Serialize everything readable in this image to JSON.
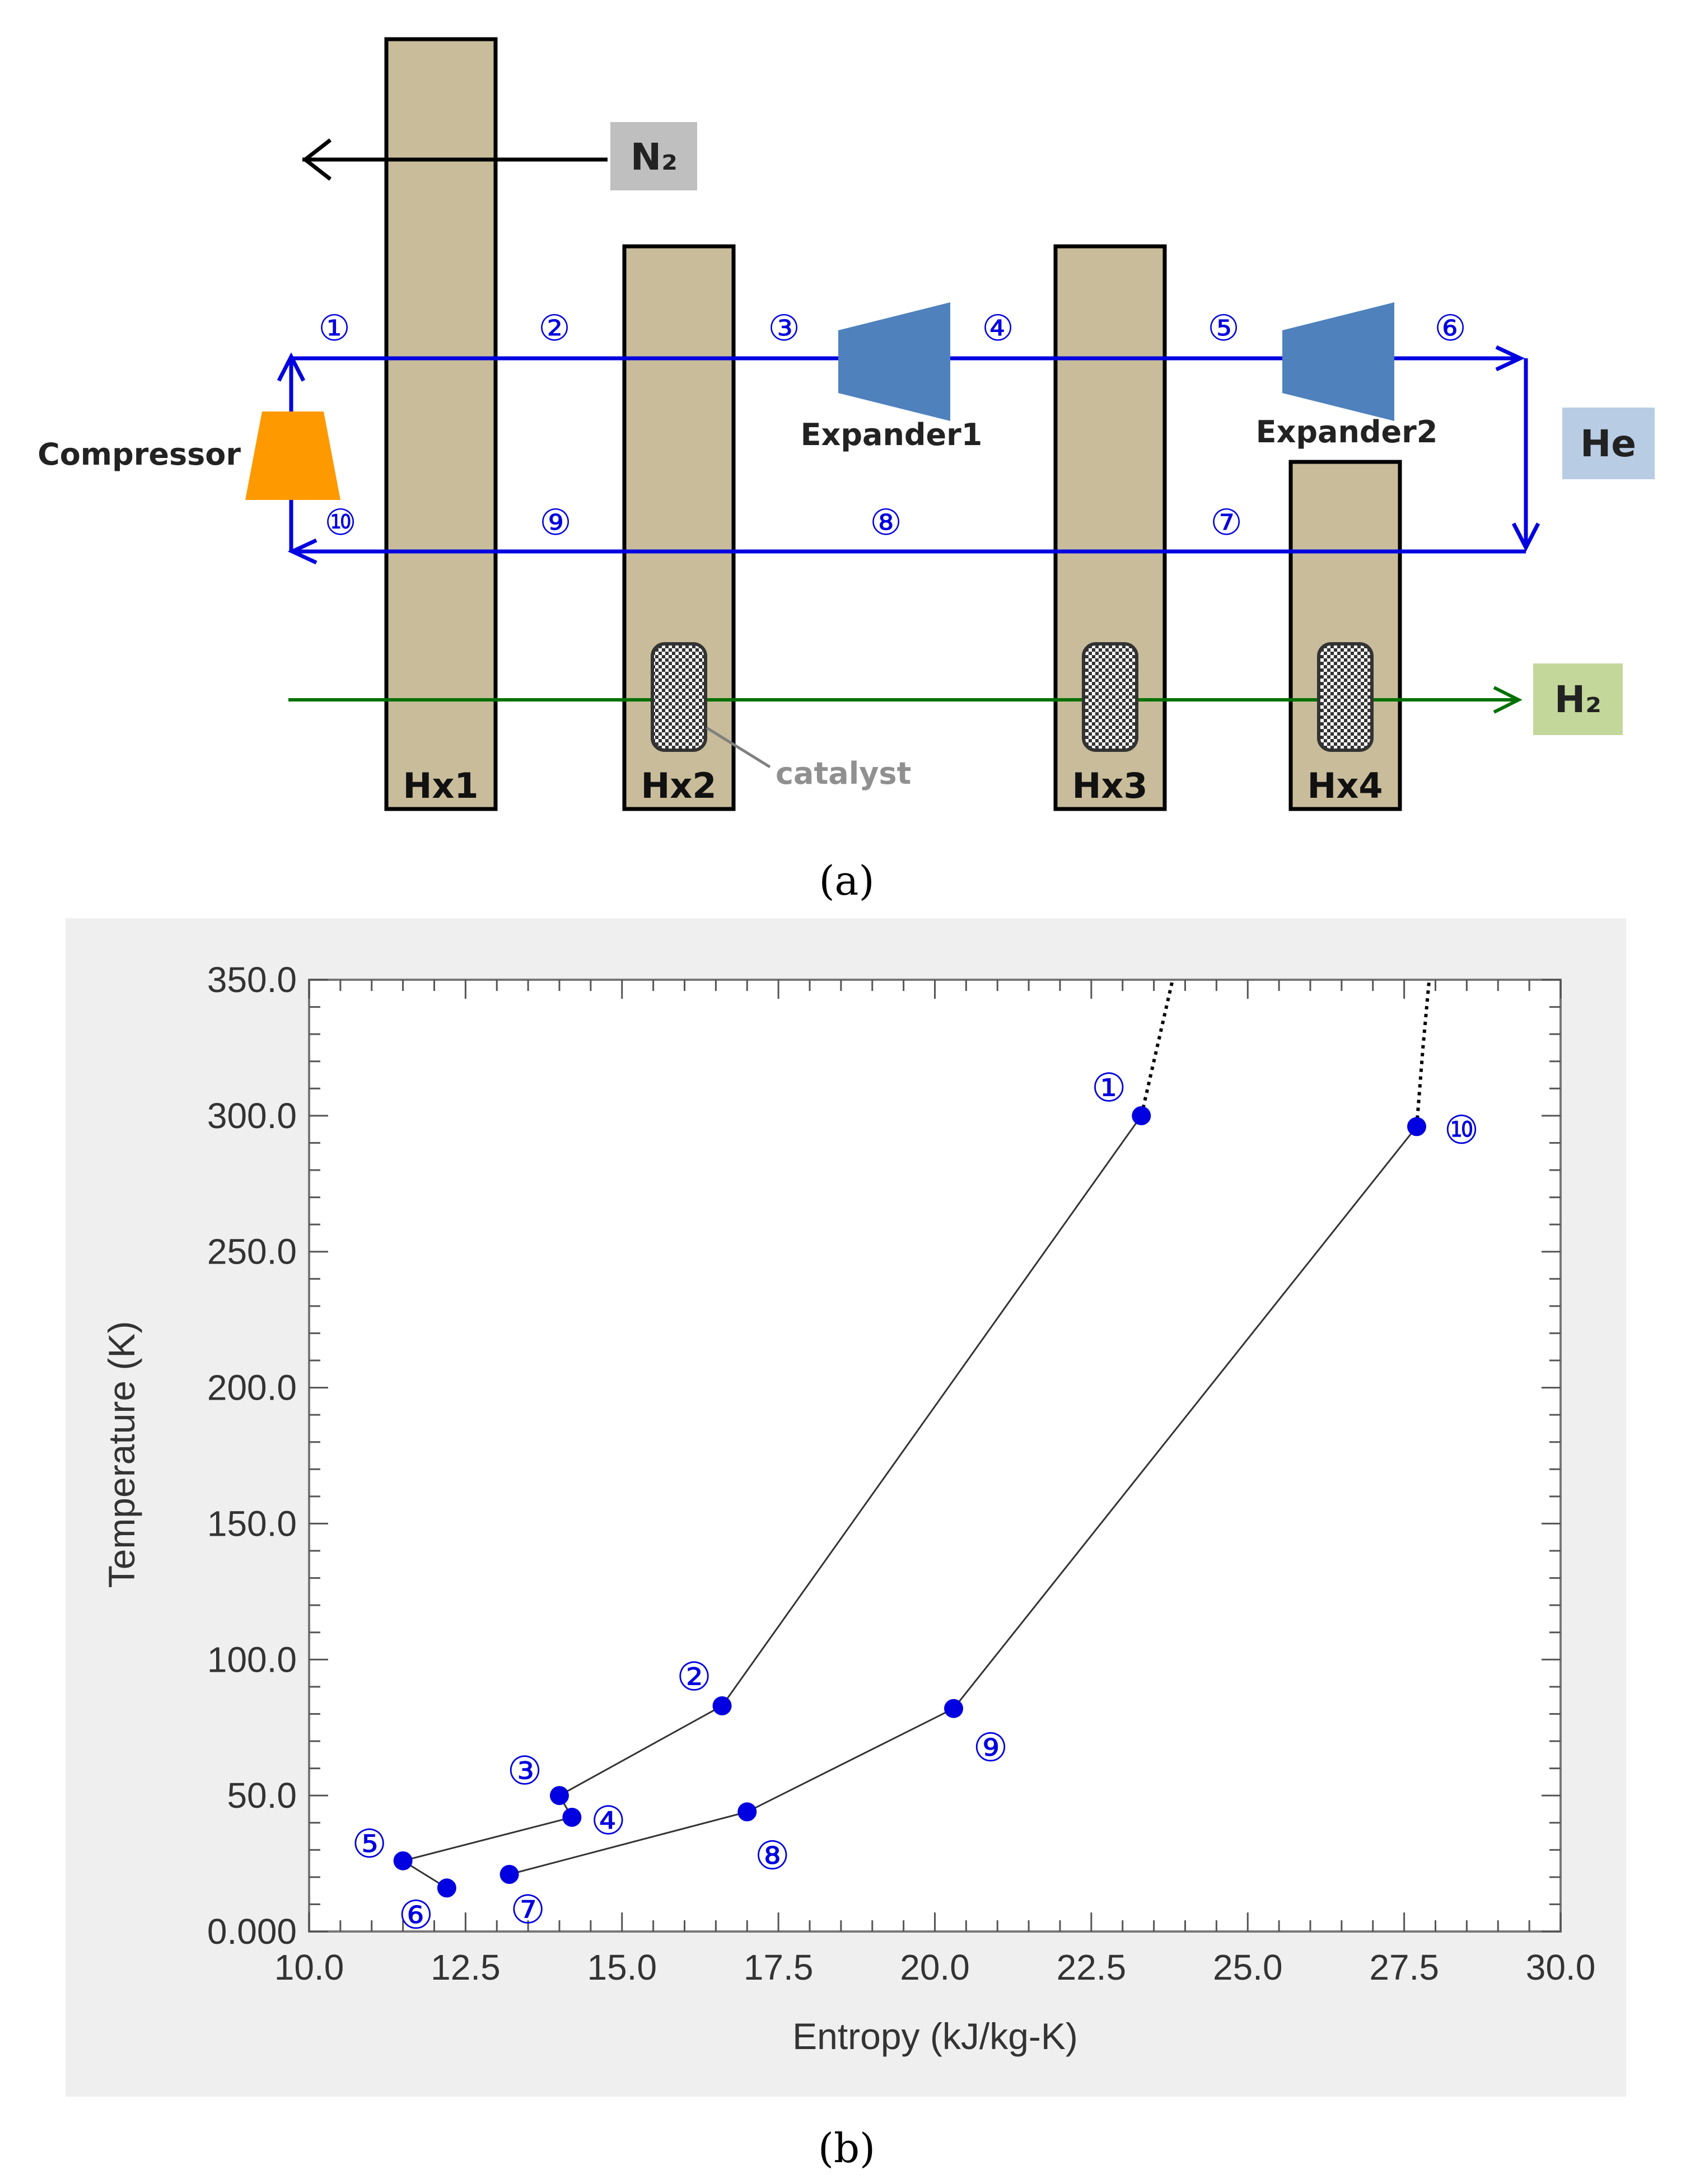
{
  "diagram": {
    "caption": "(a)",
    "hx_labels": [
      "Hx1",
      "Hx2",
      "Hx3",
      "Hx4"
    ],
    "catalyst_label": "catalyst",
    "compressor_label": "Compressor",
    "expander1_label": "Expander1",
    "expander2_label": "Expander2",
    "n2_label": "N₂",
    "he_label": "He",
    "h2_label": "H₂",
    "state_markers": [
      "①",
      "②",
      "③",
      "④",
      "⑤",
      "⑥",
      "⑦",
      "⑧",
      "⑨",
      "⑩"
    ],
    "colors": {
      "hx_fill": "#c8bc9a",
      "helium_line": "#0000e0",
      "hydrogen_line": "#007000",
      "expander_fill": "#4f81bd",
      "compressor_fill": "#ff9900",
      "n2_box": "#bfbfbf",
      "he_box": "#b8cce4",
      "h2_box": "#c4d79b"
    }
  },
  "chart_caption": "(b)",
  "chart_data": {
    "type": "line",
    "title": "",
    "xlabel": "Entropy (kJ/kg-K)",
    "ylabel": "Temperature (K)",
    "xlim": [
      10.0,
      30.0
    ],
    "ylim": [
      0.0,
      350.0
    ],
    "x_ticks": [
      "10.0",
      "12.5",
      "15.0",
      "17.5",
      "20.0",
      "22.5",
      "25.0",
      "27.5",
      "30.0"
    ],
    "y_ticks": [
      "0.000",
      "50.0",
      "100.0",
      "150.0",
      "200.0",
      "250.0",
      "300.0",
      "350.0"
    ],
    "grid": false,
    "series": [
      {
        "points": [
          {
            "label": "①",
            "x": 23.3,
            "y": 300
          },
          {
            "label": "②",
            "x": 16.6,
            "y": 83
          },
          {
            "label": "③",
            "x": 14.0,
            "y": 50
          },
          {
            "label": "④",
            "x": 14.2,
            "y": 42
          },
          {
            "label": "⑤",
            "x": 11.5,
            "y": 26
          },
          {
            "label": "⑥",
            "x": 12.2,
            "y": 16
          }
        ]
      },
      {
        "points": [
          {
            "label": "⑦",
            "x": 13.2,
            "y": 21
          },
          {
            "label": "⑧",
            "x": 17.0,
            "y": 44
          },
          {
            "label": "⑨",
            "x": 20.3,
            "y": 82
          },
          {
            "label": "⑩",
            "x": 27.7,
            "y": 296
          }
        ]
      }
    ],
    "extensions": [
      {
        "points": [
          [
            23.3,
            300
          ],
          [
            23.6,
            330
          ],
          [
            23.8,
            350
          ]
        ]
      },
      {
        "points": [
          [
            27.7,
            296
          ],
          [
            27.8,
            325
          ],
          [
            27.9,
            350
          ]
        ]
      }
    ]
  }
}
